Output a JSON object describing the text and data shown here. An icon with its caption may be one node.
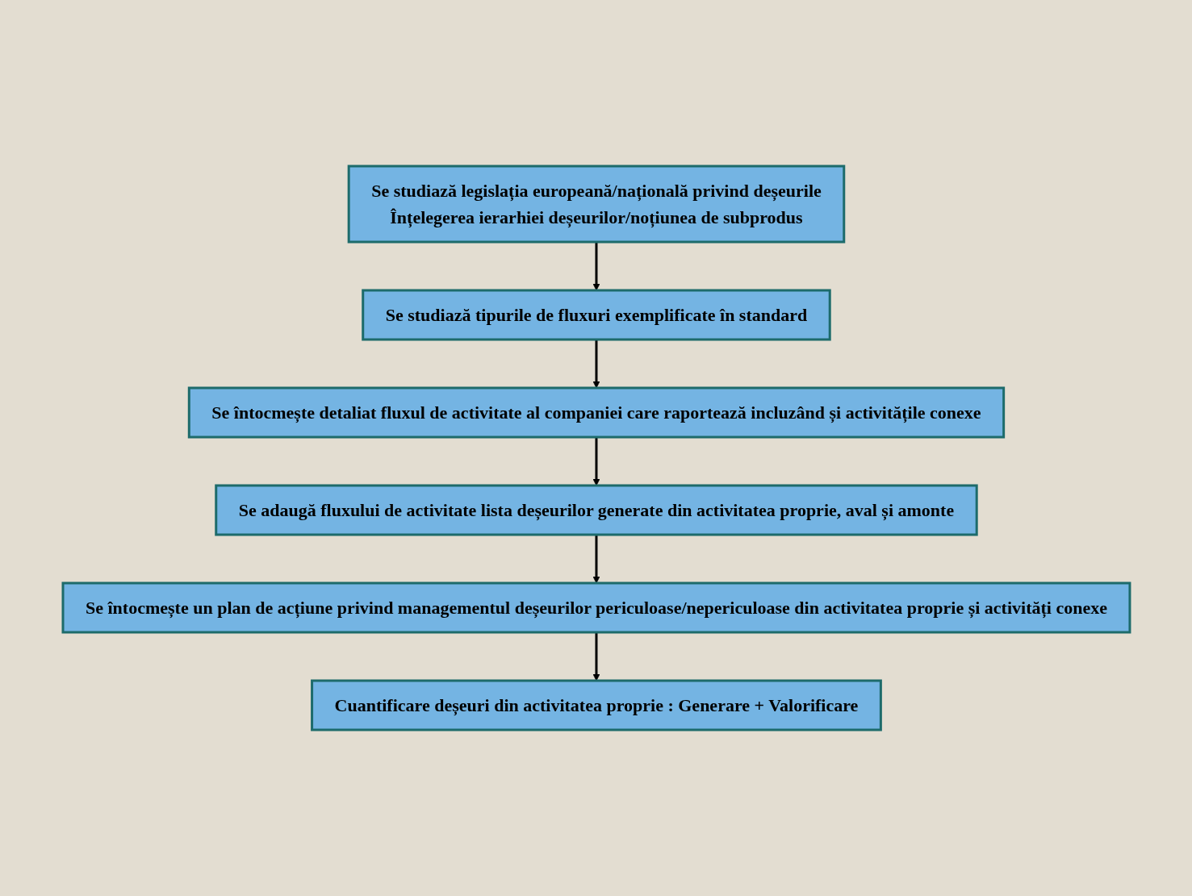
{
  "diagram": {
    "nodes": [
      {
        "text": [
          "Se studiază legislația europeană/națională privind deșeurile",
          "Înțelegerea ierarhiei deșeurilor/noțiunea de subprodus"
        ]
      },
      {
        "text": [
          "Se studiază tipurile de fluxuri exemplificate în standard"
        ]
      },
      {
        "text": [
          "Se întocmește detaliat fluxul de activitate al companiei care raportează incluzând și activitățile conexe"
        ]
      },
      {
        "text": [
          "Se adaugă fluxului de activitate lista deșeurilor generate din activitatea proprie, aval și amonte"
        ]
      },
      {
        "text": [
          "Se întocmește un plan de acțiune privind managementul deșeurilor periculoase/nepericuloase din activitatea proprie și activități conexe"
        ]
      },
      {
        "text": [
          "Cuantificare deșeuri din activitatea proprie : Generare + Valorificare"
        ]
      }
    ],
    "edges": [
      {
        "from": 0,
        "to": 1,
        "arrow": "to"
      },
      {
        "from": 1,
        "to": 2,
        "arrow": "to"
      },
      {
        "from": 2,
        "to": 3,
        "arrow": "to"
      },
      {
        "from": 3,
        "to": 4,
        "arrow": "to"
      },
      {
        "from": 4,
        "to": 5,
        "arrow": "to"
      }
    ]
  }
}
